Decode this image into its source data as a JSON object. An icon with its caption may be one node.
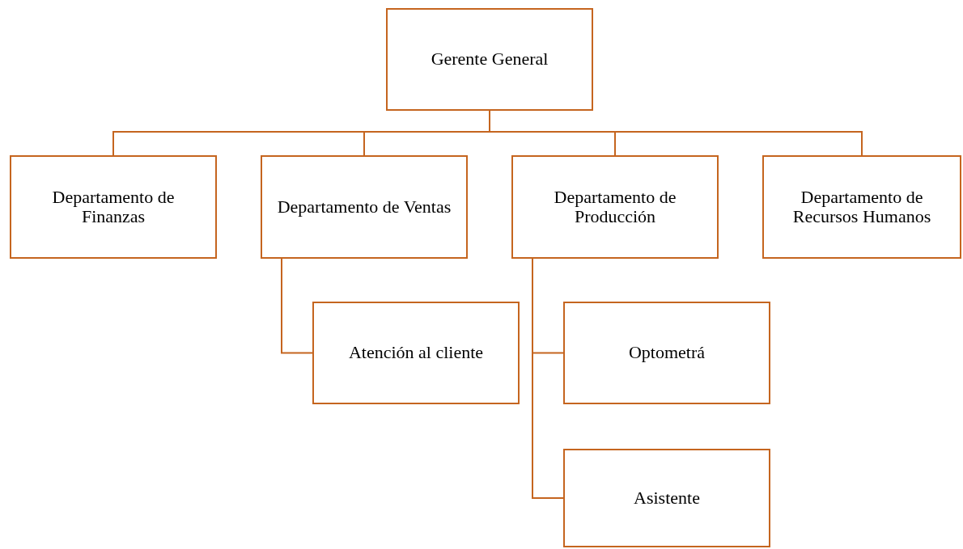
{
  "diagram": {
    "nodes": [
      {
        "text": [
          "Gerente General"
        ]
      },
      {
        "text": [
          "Departamento de Finanzas"
        ]
      },
      {
        "text": [
          "Departamento de Ventas"
        ]
      },
      {
        "text": [
          "Departamento de Producción"
        ]
      },
      {
        "text": [
          "Departamento de Recursos Humanos"
        ]
      },
      {
        "text": [
          "Atención al cliente"
        ]
      },
      {
        "text": [
          "Optometrá"
        ]
      },
      {
        "text": [
          "Asistente"
        ]
      }
    ],
    "edges": [
      {
        "from": 0,
        "to": 1,
        "arrow": "none"
      },
      {
        "from": 0,
        "to": 2,
        "arrow": "none"
      },
      {
        "from": 0,
        "to": 3,
        "arrow": "none"
      },
      {
        "from": 0,
        "to": 4,
        "arrow": "none"
      },
      {
        "from": 2,
        "to": 5,
        "arrow": "none"
      },
      {
        "from": 3,
        "to": 6,
        "arrow": "none"
      },
      {
        "from": 3,
        "to": 7,
        "arrow": "none"
      }
    ]
  }
}
